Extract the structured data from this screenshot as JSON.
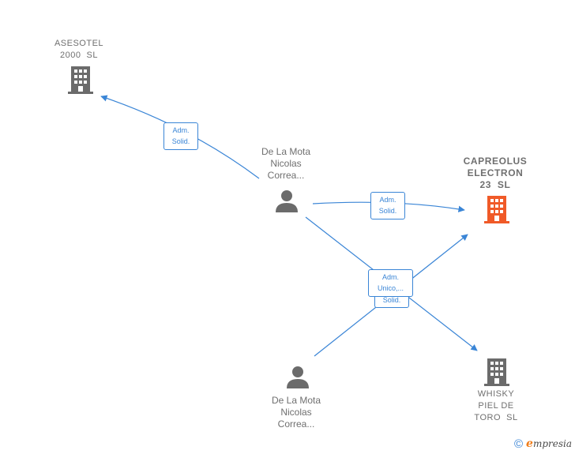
{
  "nodes": {
    "asesotel": {
      "lines": [
        "ASESOTEL",
        "2000  SL"
      ],
      "icon": "building-icon",
      "color": "#6b6b6b"
    },
    "capreolus": {
      "lines": [
        "CAPREOLUS",
        "ELECTRON",
        "23  SL"
      ],
      "icon": "building-icon",
      "color": "#f05a28"
    },
    "whisky": {
      "lines": [
        "WHISKY",
        "PIEL DE",
        "TORO  SL"
      ],
      "icon": "building-icon",
      "color": "#6b6b6b"
    },
    "person_top": {
      "lines": [
        "De La Mota",
        "Nicolas",
        "Correa..."
      ],
      "icon": "person-icon",
      "color": "#6b6b6b"
    },
    "person_bottom": {
      "lines": [
        "De La Mota",
        "Nicolas",
        "Correa..."
      ],
      "icon": "person-icon",
      "color": "#6b6b6b"
    }
  },
  "edges": {
    "to_asesotel": {
      "lines": [
        "Adm.",
        "Solid."
      ]
    },
    "to_capreolus": {
      "lines": [
        "Adm.",
        "Solid."
      ]
    },
    "shared": {
      "lines": [
        "Adm.",
        "Unico,..."
      ]
    },
    "shared_under": {
      "lines": [
        "Solid."
      ]
    }
  },
  "footer": {
    "copyright": "©",
    "brand_initial": "e",
    "brand_rest": "mpresia"
  },
  "colors": {
    "edge": "#3a85d6",
    "highlight": "#f05a28",
    "node": "#6b6b6b"
  }
}
